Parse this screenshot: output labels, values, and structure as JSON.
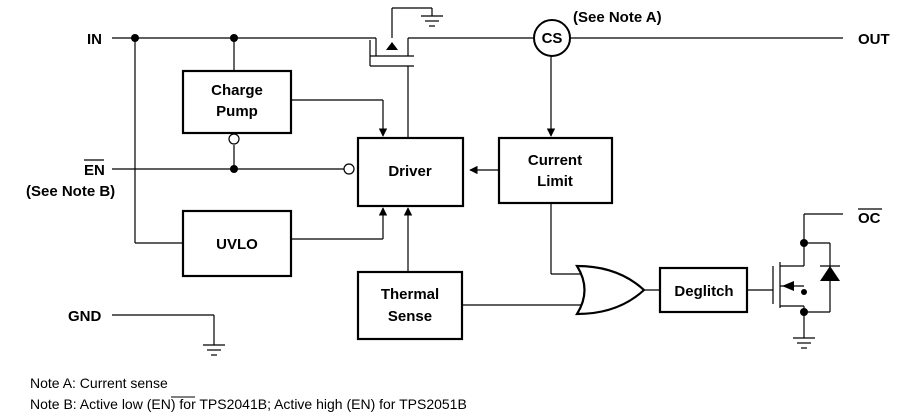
{
  "pins": {
    "in": "IN",
    "out": "OUT",
    "en": "EN",
    "en_note": "(See Note B)",
    "gnd": "GND",
    "oc": "OC"
  },
  "blocks": {
    "charge_pump_line1": "Charge",
    "charge_pump_line2": "Pump",
    "driver": "Driver",
    "current_limit_line1": "Current",
    "current_limit_line2": "Limit",
    "uvlo": "UVLO",
    "thermal_line1": "Thermal",
    "thermal_line2": "Sense",
    "deglitch": "Deglitch",
    "cs": "CS",
    "cs_note": "(See Note A)"
  },
  "notes": {
    "note_a": "Note A: Current sense",
    "note_b_prefix": "Note B: Active low (",
    "note_b_en": "EN",
    "note_b_suffix": ") for TPS2041B; Active high (EN) for TPS2051B"
  }
}
